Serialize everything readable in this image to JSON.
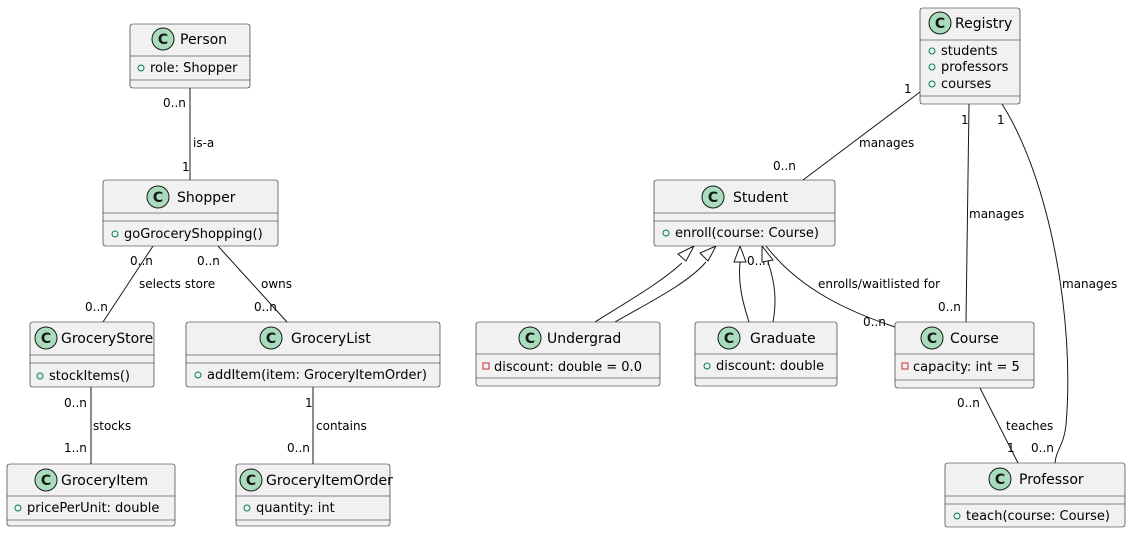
{
  "classes": {
    "person": {
      "name": "Person",
      "members": [
        {
          "vis": "public",
          "text": "role: Shopper"
        }
      ]
    },
    "shopper": {
      "name": "Shopper",
      "members": [
        {
          "vis": "public",
          "text": "goGroceryShopping()"
        }
      ]
    },
    "grocery_store": {
      "name": "GroceryStore",
      "members": [
        {
          "vis": "public",
          "text": "stockItems()"
        }
      ]
    },
    "grocery_list": {
      "name": "GroceryList",
      "members": [
        {
          "vis": "public",
          "text": "addItem(item: GroceryItemOrder)"
        }
      ]
    },
    "grocery_item": {
      "name": "GroceryItem",
      "members": [
        {
          "vis": "public",
          "text": "pricePerUnit: double"
        }
      ]
    },
    "grocery_item_order": {
      "name": "GroceryItemOrder",
      "members": [
        {
          "vis": "public",
          "text": "quantity: int"
        }
      ]
    },
    "registry": {
      "name": "Registry",
      "members": [
        {
          "vis": "public",
          "text": "students"
        },
        {
          "vis": "public",
          "text": "professors"
        },
        {
          "vis": "public",
          "text": "courses"
        }
      ]
    },
    "student": {
      "name": "Student",
      "members": [
        {
          "vis": "public",
          "text": "enroll(course: Course)"
        }
      ]
    },
    "undergrad": {
      "name": "Undergrad",
      "members": [
        {
          "vis": "private",
          "text": "discount: double = 0.0"
        }
      ]
    },
    "graduate": {
      "name": "Graduate",
      "members": [
        {
          "vis": "public",
          "text": "discount: double"
        }
      ]
    },
    "course": {
      "name": "Course",
      "members": [
        {
          "vis": "private",
          "text": "capacity: int = 5"
        }
      ]
    },
    "professor": {
      "name": "Professor",
      "members": [
        {
          "vis": "public",
          "text": "teach(course: Course)"
        }
      ]
    }
  },
  "class_icon_letter": "C",
  "relations": {
    "person_shopper": {
      "label": "is-a",
      "from_mult": "0..n",
      "to_mult": "1"
    },
    "shopper_store": {
      "label": "selects store",
      "from_mult": "0..n",
      "to_mult": "0..n"
    },
    "shopper_list": {
      "label": "owns",
      "from_mult": "0..n",
      "to_mult": "0..n"
    },
    "store_item": {
      "label": "stocks",
      "from_mult": "0..n",
      "to_mult": "1..n"
    },
    "list_order": {
      "label": "contains",
      "from_mult": "1",
      "to_mult": "0..n"
    },
    "registry_student": {
      "label": "manages",
      "from_mult": "1",
      "to_mult": "0..n"
    },
    "registry_course": {
      "label": "manages",
      "from_mult": "1",
      "to_mult": "0..n"
    },
    "registry_professor": {
      "label": "manages",
      "from_mult": "1",
      "to_mult": "0..n"
    },
    "student_course": {
      "label": "enrolls/waitlisted for",
      "from_mult": "0..n",
      "to_mult": "0..n"
    },
    "course_professor": {
      "label": "teaches",
      "from_mult": "0..n",
      "to_mult": "1"
    }
  }
}
